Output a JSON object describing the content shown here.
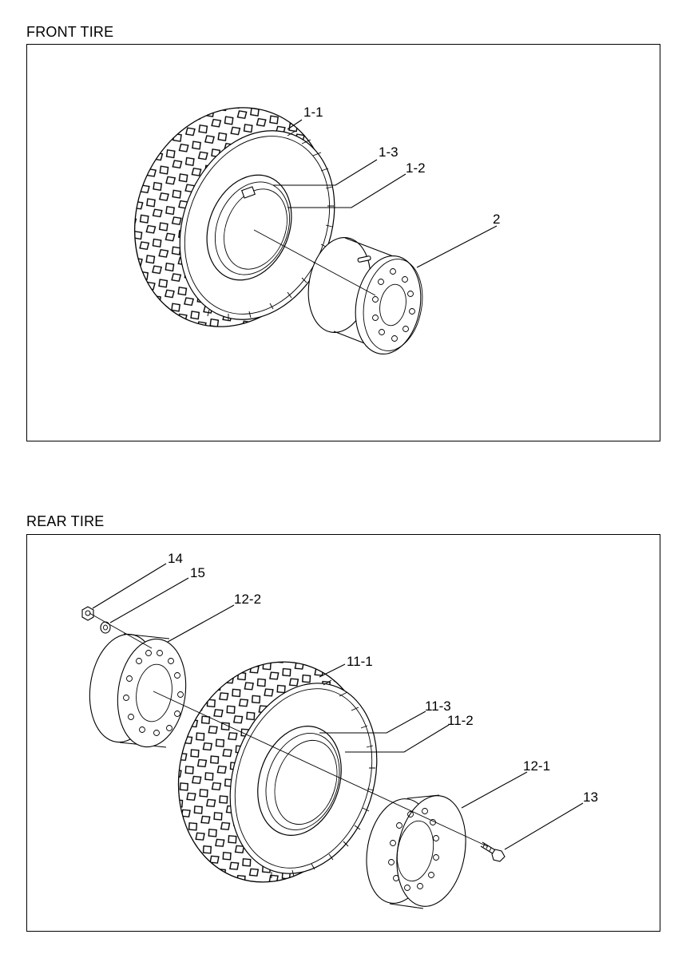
{
  "front": {
    "title": "FRONT TIRE",
    "callouts": {
      "c1_1": "1-1",
      "c1_3": "1-3",
      "c1_2": "1-2",
      "c2": "2"
    }
  },
  "rear": {
    "title": "REAR TIRE",
    "callouts": {
      "c14": "14",
      "c15": "15",
      "c12_2": "12-2",
      "c11_1": "11-1",
      "c11_3": "11-3",
      "c11_2": "11-2",
      "c12_1": "12-1",
      "c13": "13"
    }
  }
}
